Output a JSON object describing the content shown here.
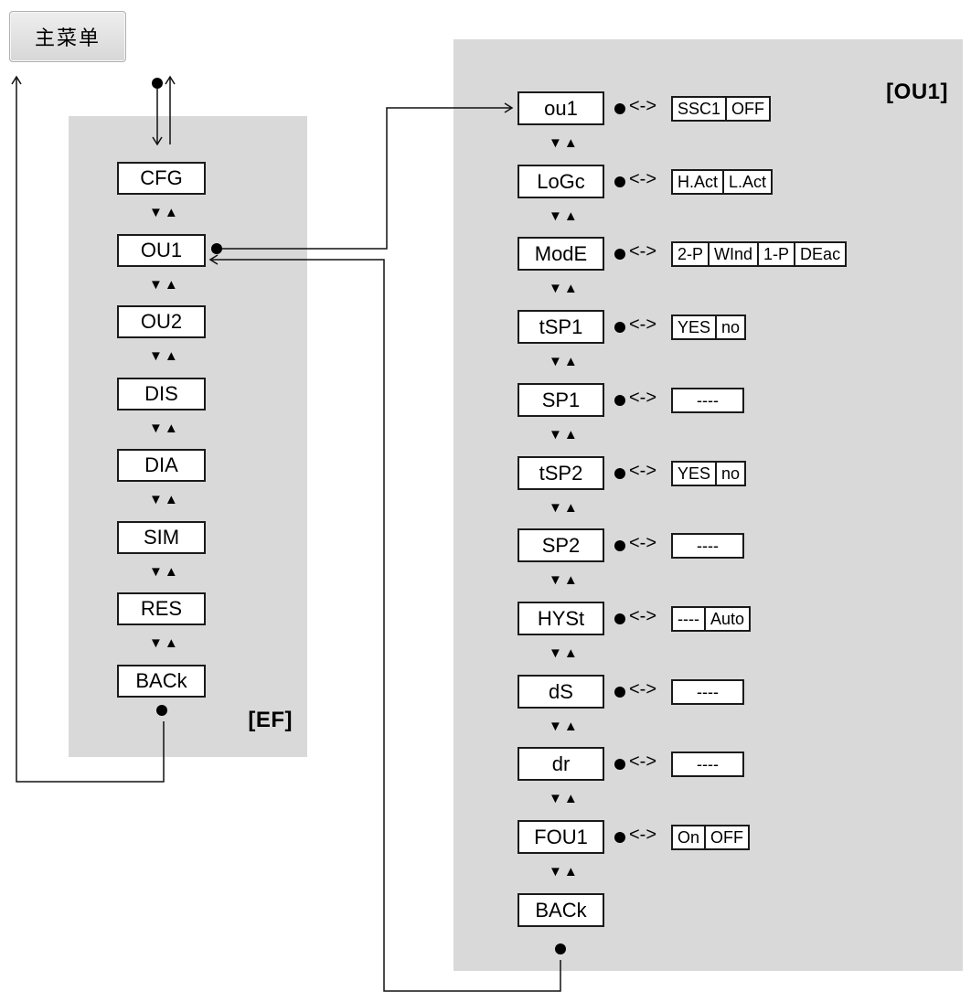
{
  "main_menu_label": "主菜单",
  "ef_panel": {
    "tag": "[EF]",
    "items": [
      "CFG",
      "OU1",
      "OU2",
      "DIS",
      "DIA",
      "SIM",
      "RES",
      "BACk"
    ]
  },
  "ou1_panel": {
    "tag": "[OU1]",
    "items": [
      {
        "label": "ou1",
        "options": [
          "SSC1",
          "OFF"
        ]
      },
      {
        "label": "LoGc",
        "options": [
          "H.Act",
          "L.Act"
        ]
      },
      {
        "label": "ModE",
        "options": [
          "2-P",
          "WInd",
          "1-P",
          "DEac"
        ]
      },
      {
        "label": "tSP1",
        "options": [
          "YES",
          "no"
        ]
      },
      {
        "label": "SP1",
        "options": [
          "----"
        ]
      },
      {
        "label": "tSP2",
        "options": [
          "YES",
          "no"
        ]
      },
      {
        "label": "SP2",
        "options": [
          "----"
        ]
      },
      {
        "label": "HYSt",
        "options": [
          "----",
          "Auto"
        ]
      },
      {
        "label": "dS",
        "options": [
          "----"
        ]
      },
      {
        "label": "dr",
        "options": [
          "----"
        ]
      },
      {
        "label": "FOU1",
        "options": [
          "On",
          "OFF"
        ]
      },
      {
        "label": "BACk",
        "options": []
      }
    ]
  },
  "nav_symbols": {
    "down_up": "▼▲",
    "bidirectional": "<->"
  }
}
